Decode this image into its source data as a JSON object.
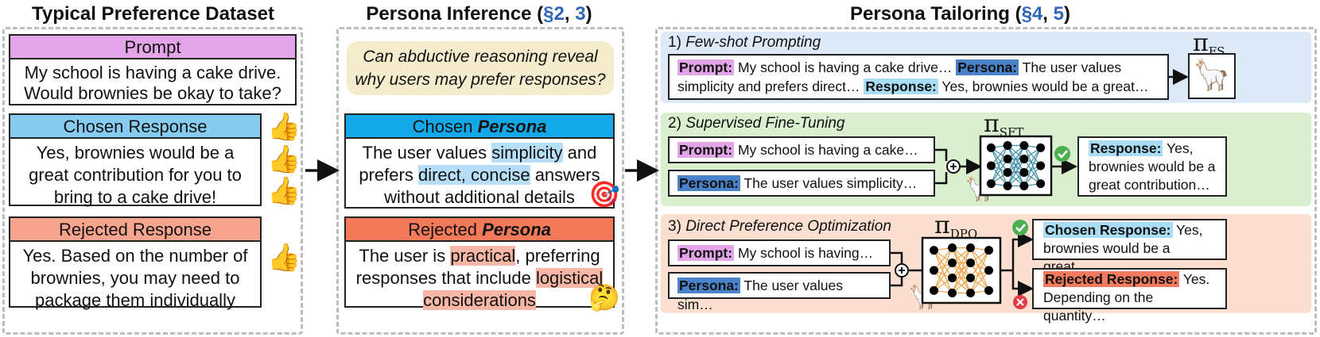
{
  "columns": {
    "dataset": {
      "title": "Typical Preference Dataset"
    },
    "inference": {
      "title_main": "Persona Inference (",
      "title_ref1": "§2",
      "title_sep": ", ",
      "title_ref2": "3",
      "title_end": ")"
    },
    "tailoring": {
      "title_main": "Persona Tailoring (",
      "title_ref1": "§4",
      "title_sep": ", ",
      "title_ref2": "5",
      "title_end": ")"
    }
  },
  "dataset": {
    "prompt_label": "Prompt",
    "prompt_text": "My school is having a cake drive. Would brownies be okay to take?",
    "chosen_label": "Chosen Response",
    "chosen_text": "Yes, brownies would be a great contribution for you to bring to a cake drive!",
    "rejected_label": "Rejected Response",
    "rejected_text": "Yes. Based on the number of brownies, you may need to package them individually"
  },
  "inference": {
    "question": "Can abductive reasoning reveal why users may prefer responses?",
    "chosen_label_plain": "Chosen ",
    "chosen_label_em": "Persona",
    "chosen_p1": "The user values ",
    "chosen_h1": "simplicity",
    "chosen_p2": " and prefers ",
    "chosen_h2": "direct, concise",
    "chosen_p3": " answers without additional details",
    "rejected_label_plain": "Rejected ",
    "rejected_label_em": "Persona",
    "rejected_p1": "The user is ",
    "rejected_h1": "practical",
    "rejected_p2": ", preferring responses that include ",
    "rejected_h2": "logistical considerations"
  },
  "tailoring": {
    "fs": {
      "num": "1) ",
      "title": "Few-shot Prompting",
      "policy": "π",
      "policy_sub": "FS",
      "prompt_tag": "Prompt:",
      "prompt_text": " My school is having a cake drive… ",
      "persona_tag": "Persona:",
      "persona_text": " The user values simplicity and prefers direct… ",
      "response_tag": "Response:",
      "response_text": " Yes, brownies would be a great…"
    },
    "sft": {
      "num": "2) ",
      "title": "Supervised Fine-Tuning",
      "policy": "π",
      "policy_sub": "SFT",
      "prompt_tag": "Prompt:",
      "prompt_text": " My school is having a cake…",
      "persona_tag": "Persona:",
      "persona_text": " The user values simplicity…",
      "response_tag": "Response:",
      "response_text": " Yes, brownies would be a great contribution…"
    },
    "dpo": {
      "num": "3) ",
      "title": "Direct Preference Optimization",
      "policy": "π",
      "policy_sub": "DPO",
      "prompt_tag": "Prompt:",
      "prompt_text": " My school is having…",
      "persona_tag": "Persona:",
      "persona_text": " The user values sim…",
      "chosen_tag": "Chosen Response:",
      "chosen_text": " Yes, brownies would be a great…",
      "rejected_tag": "Rejected Response:",
      "rejected_text": " Yes. Depending on the quantity…"
    }
  },
  "icons": {
    "thumb": "👍",
    "target": "🎯",
    "thinking": "🤔",
    "llama": "🦙",
    "plus": "+"
  },
  "colors": {
    "prompt": "#e3a4e8",
    "chosen": "#87ccf0",
    "rejected": "#f7a48f",
    "chosen_persona": "#15a8e8",
    "rejected_persona": "#f47a5a",
    "fs_panel": "#dde9f6",
    "sft_panel": "#d9efcf",
    "dpo_panel": "#fbe0d2",
    "net_sft_edges": "#3e8fa8",
    "net_dpo_edges": "#f0a040",
    "check": "#4caf50",
    "cross": "#e53945"
  }
}
